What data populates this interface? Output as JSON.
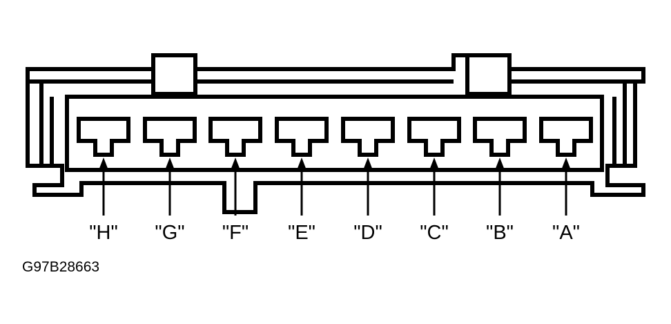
{
  "pins": [
    {
      "label": "\"H\""
    },
    {
      "label": "\"G\""
    },
    {
      "label": "\"F\""
    },
    {
      "label": "\"E\""
    },
    {
      "label": "\"D\""
    },
    {
      "label": "\"C\""
    },
    {
      "label": "\"B\""
    },
    {
      "label": "\"A\""
    }
  ],
  "figure_code": "G97B28663",
  "colors": {
    "line": "#000000",
    "background": "#ffffff"
  }
}
